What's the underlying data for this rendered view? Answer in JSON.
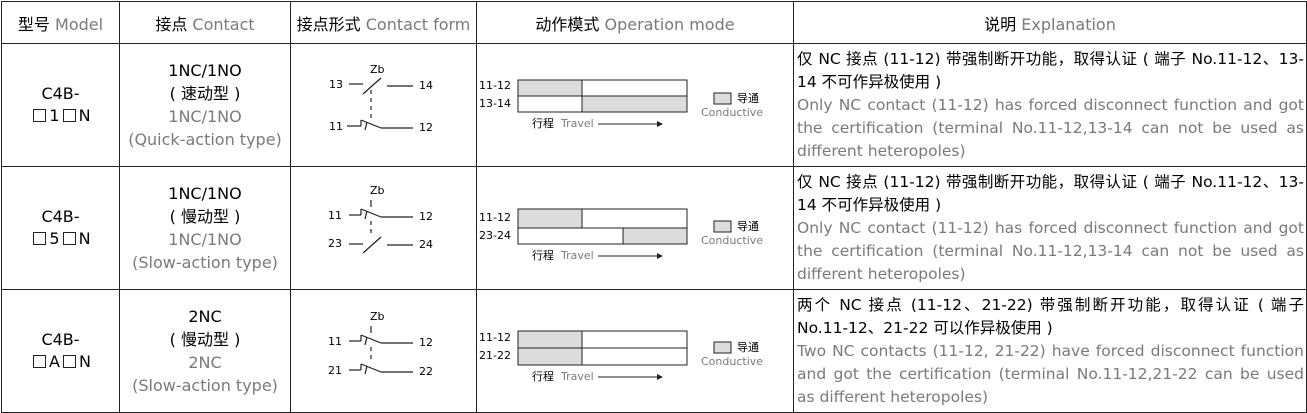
{
  "header": {
    "model_cn": "型号",
    "model_en": "Model",
    "contact_cn": "接点",
    "contact_en": "Contact",
    "form_cn": "接点形式",
    "form_en": "Contact form",
    "mode_cn": "动作模式",
    "mode_en": "Operation mode",
    "expl_cn": "说明",
    "expl_en": "Explanation"
  },
  "rows": [
    {
      "model_line1": "C4B-",
      "model_code": "1",
      "model_suffix": "N",
      "contact": "1NC/1NO",
      "type_cn": "( 速动型 )",
      "contact_gray": "1NC/1NO",
      "type_en": "(Quick-action type)",
      "diagram": {
        "zb": "Zb",
        "t1": "13",
        "t2": "14",
        "t3": "11",
        "t4": "12"
      },
      "op": {
        "label1": "11-12",
        "label2": "13-14",
        "travel_cn": "行程",
        "travel_en": "Travel",
        "legend_cn": "导通",
        "legend_en": "Conductive"
      },
      "expl_cn": "仅 NC 接点 (11-12) 带强制断开功能，取得认证 ( 端子 No.11-12、13-14 不可作异极使用 )",
      "expl_en": "Only NC contact (11-12) has forced disconnect function and got the certification (terminal No.11-12,13-14 can not be used as different heteropoles)"
    },
    {
      "model_line1": "C4B-",
      "model_code": "5",
      "model_suffix": "N",
      "contact": "1NC/1NO",
      "type_cn": "( 慢动型 )",
      "contact_gray": "1NC/1NO",
      "type_en": "(Slow-action type)",
      "diagram": {
        "zb": "Zb",
        "t1": "11",
        "t2": "12",
        "t3": "23",
        "t4": "24"
      },
      "op": {
        "label1": "11-12",
        "label2": "23-24",
        "travel_cn": "行程",
        "travel_en": "Travel",
        "legend_cn": "导通",
        "legend_en": "Conductive"
      },
      "expl_cn": "仅 NC 接点 (11-12) 带强制断开功能，取得认证 ( 端子 No.11-12、13-14 不可作异极使用 )",
      "expl_en": "Only NC contact (11-12) has forced disconnect function and got the certification (terminal No.11-12,13-14 can not be used as different heteropoles)"
    },
    {
      "model_line1": "C4B-",
      "model_code": "A",
      "model_suffix": "N",
      "contact": "2NC",
      "type_cn": "( 慢动型 )",
      "contact_gray": "2NC",
      "type_en": "(Slow-action type)",
      "diagram": {
        "zb": "Zb",
        "t1": "11",
        "t2": "12",
        "t3": "21",
        "t4": "22"
      },
      "op": {
        "label1": "11-12",
        "label2": "21-22",
        "travel_cn": "行程",
        "travel_en": "Travel",
        "legend_cn": "导通",
        "legend_en": "Conductive"
      },
      "expl_cn": "两个 NC 接点 (11-12、21-22) 带强制断开功能，取得认证 ( 端子 No.11-12、21-22 可以作异极使用 )",
      "expl_en": "Two NC contacts (11-12, 21-22) have forced disconnect function and got the certification (terminal No.11-12,21-22 can be used as different heteropoles)"
    }
  ]
}
